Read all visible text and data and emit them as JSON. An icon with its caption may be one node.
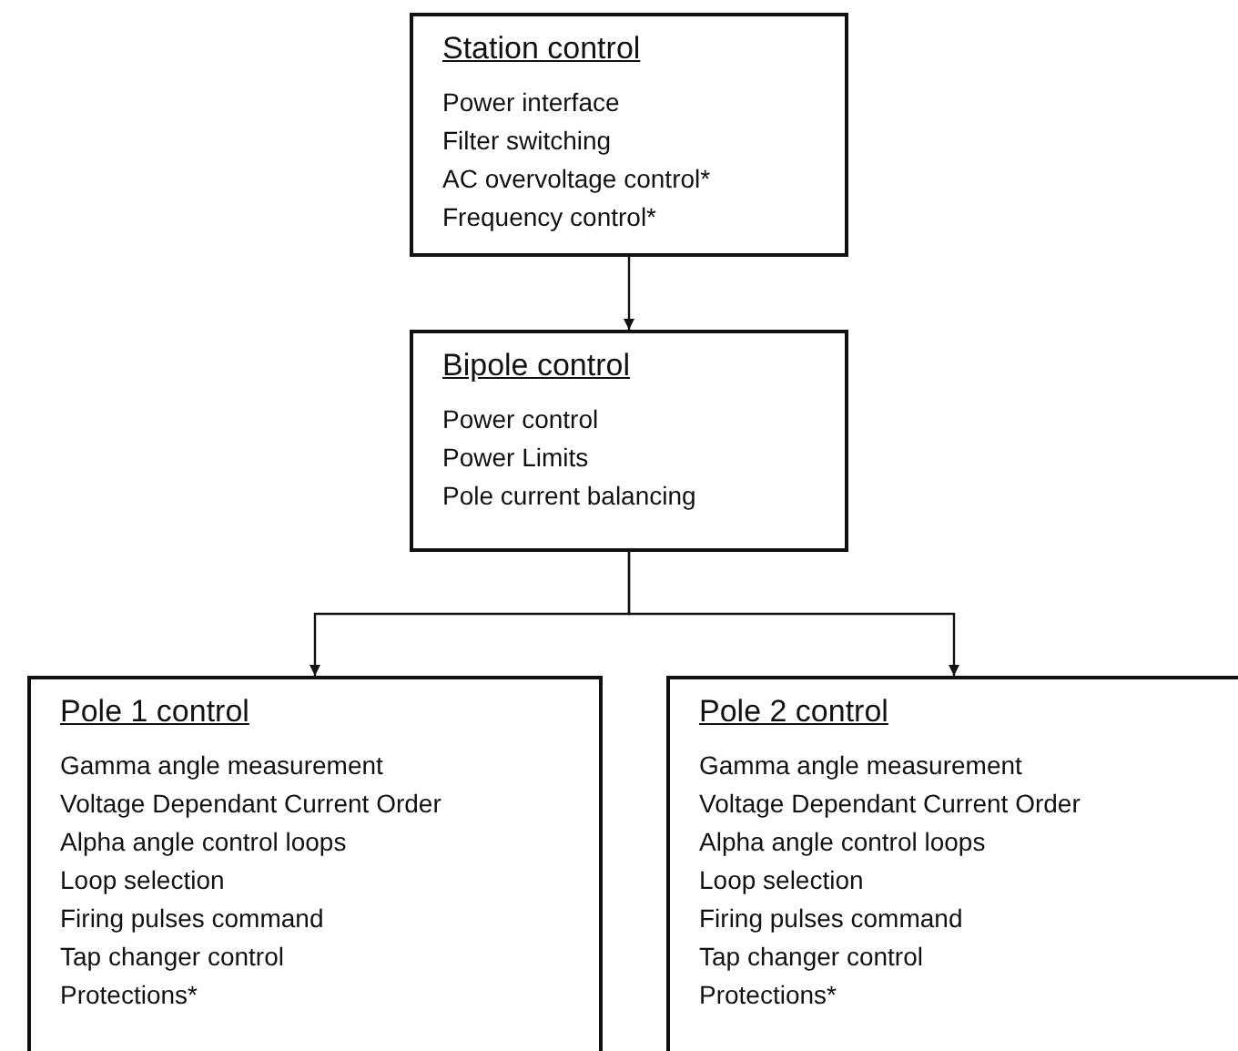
{
  "diagram": {
    "nodes": [
      {
        "text": [
          "Station control",
          "Power interface",
          "Filter switching",
          "AC overvoltage control*",
          "Frequency control*"
        ]
      },
      {
        "text": [
          "Bipole control",
          "Power control",
          "Power Limits",
          "Pole current balancing"
        ]
      },
      {
        "text": [
          "Pole 1 control",
          "Gamma angle measurement",
          "Voltage Dependant Current Order",
          "Alpha angle control loops",
          "Loop selection",
          "Firing pulses command",
          "Tap changer control",
          "Protections*"
        ]
      },
      {
        "text": [
          "Pole 2 control",
          "Gamma angle measurement",
          "Voltage Dependant Current Order",
          "Alpha angle control loops",
          "Loop selection",
          "Firing pulses command",
          "Tap changer control",
          "Protections*"
        ]
      }
    ],
    "edges": [
      {
        "from": 0,
        "to": 1,
        "arrow": "to"
      },
      {
        "from": 1,
        "to": 2,
        "arrow": "to"
      },
      {
        "from": 1,
        "to": 3,
        "arrow": "to"
      }
    ]
  }
}
